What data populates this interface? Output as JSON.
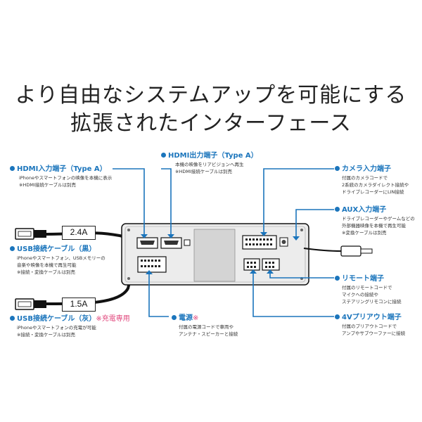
{
  "headline": {
    "line1": "より自由なシステムアップを可能にする",
    "line2": "拡張されたインターフェース"
  },
  "colors": {
    "accent": "#1b75bc",
    "note": "#e0457b",
    "line": "#1b75bc"
  },
  "callouts": {
    "hdmi_in": {
      "title": "HDMI入力端子（Type A）",
      "desc": [
        "iPhoneやスマートフォンの映像を本機に表示",
        "※HDMI接続ケーブルは別売"
      ]
    },
    "hdmi_out": {
      "title": "HDMI出力端子（Type A）",
      "desc": [
        "本機の映像をリアビジョンへ再生",
        "※HDMI接続ケーブルは別売"
      ]
    },
    "camera": {
      "title": "カメラ入力端子",
      "desc": [
        "付属のカメラコードで",
        "2系統のカメラダイレクト接続や",
        "ドライブレコーダーにLIN接続"
      ]
    },
    "aux": {
      "title": "AUX入力端子",
      "desc": [
        "ドライブレコーダーやゲームなどの",
        "外部機器映像を本機で再生可能",
        "※変換ケーブルは別売"
      ]
    },
    "usb_black": {
      "title": "USB接続ケーブル（黒）",
      "desc": [
        "iPhoneやスマートフォン、USBメモリーの",
        "音楽や映像を本機で再生可能",
        "※接続・変換ケーブルは別売"
      ]
    },
    "remote": {
      "title": "リモート端子",
      "desc": [
        "付属のリモートコードで",
        "マイクへの接続や",
        "ステアリングリモコンに接続"
      ]
    },
    "usb_gray": {
      "title": "USB接続ケーブル（灰）",
      "note": "※充電専用",
      "desc": [
        "iPhoneやスマートフォンの充電が可能",
        "※接続・変換ケーブルは別売"
      ]
    },
    "power": {
      "title": "電源",
      "note": "※",
      "desc": [
        "付属の電源コードで車両や",
        "アンテナ・スピーカーと接続"
      ]
    },
    "preout": {
      "title": "4Vプリアウト端子",
      "desc": [
        "付属のプリアウトコードで",
        "アンプやサブウーファーに接続"
      ]
    }
  },
  "labels": {
    "amp_black": "2.4A",
    "amp_gray": "1.5A"
  }
}
